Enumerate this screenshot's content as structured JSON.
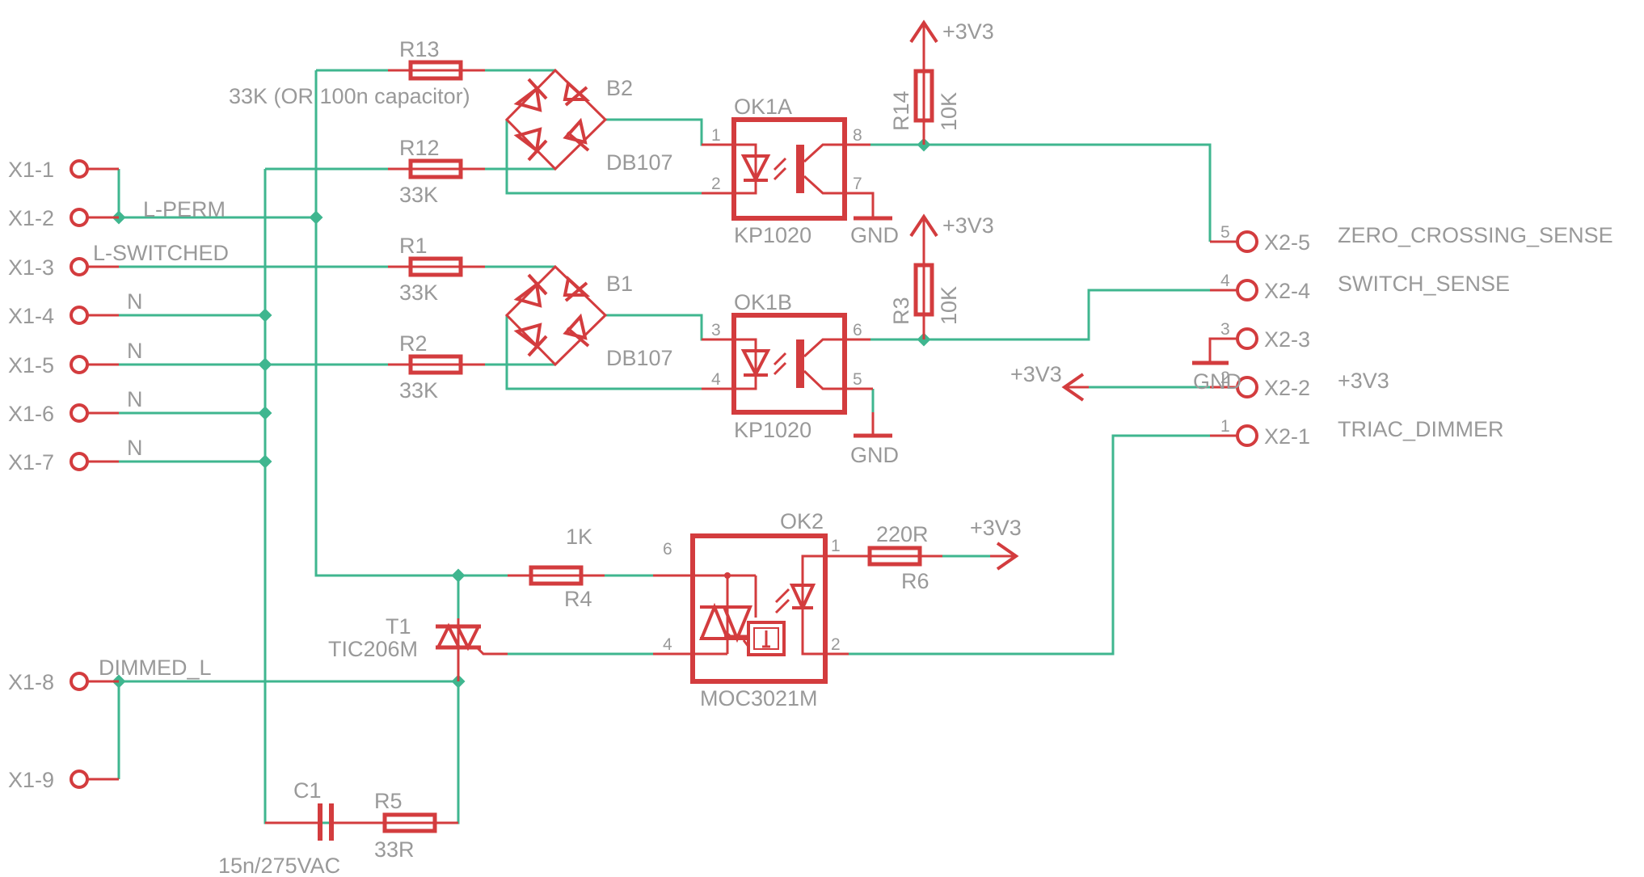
{
  "colors": {
    "wire": "#3fb68f",
    "part": "#d33c3e",
    "text": "#999999",
    "background": "#ffffff"
  },
  "connector_x1": {
    "pins": [
      {
        "name": "X1-1"
      },
      {
        "name": "X1-2"
      },
      {
        "name": "X1-3"
      },
      {
        "name": "X1-4"
      },
      {
        "name": "X1-5"
      },
      {
        "name": "X1-6"
      },
      {
        "name": "X1-7"
      },
      {
        "name": "X1-8"
      },
      {
        "name": "X1-9"
      }
    ],
    "net_labels": {
      "l_perm": "L-PERM",
      "l_switched": "L-SWITCHED",
      "n4": "N",
      "n5": "N",
      "n6": "N",
      "n7": "N",
      "dimmed_l": "DIMMED_L"
    }
  },
  "resistors": {
    "r13": {
      "name": "R13",
      "value": "33K (OR 100n capacitor)"
    },
    "r12": {
      "name": "R12",
      "value": "33K"
    },
    "r1": {
      "name": "R1",
      "value": "33K"
    },
    "r2": {
      "name": "R2",
      "value": "33K"
    },
    "r14": {
      "name": "R14",
      "value": "10K"
    },
    "r3": {
      "name": "R3",
      "value": "10K"
    },
    "r4": {
      "name": "R4",
      "value": "1K"
    },
    "r6": {
      "name": "R6",
      "value": "220R"
    },
    "r5": {
      "name": "R5",
      "value": "33R"
    }
  },
  "bridges": {
    "b2": {
      "name": "B2",
      "value": "DB107"
    },
    "b1": {
      "name": "B1",
      "value": "DB107"
    }
  },
  "optocouplers": {
    "ok1a": {
      "name": "OK1A",
      "value": "KP1020",
      "pins": [
        "1",
        "2",
        "8",
        "7"
      ]
    },
    "ok1b": {
      "name": "OK1B",
      "value": "KP1020",
      "pins": [
        "3",
        "4",
        "6",
        "5"
      ]
    },
    "ok2": {
      "name": "OK2",
      "value": "MOC3021M",
      "pins": [
        "6",
        "4",
        "1",
        "2"
      ]
    }
  },
  "triac": {
    "name": "T1",
    "value": "TIC206M"
  },
  "capacitor": {
    "name": "C1",
    "value": "15n/275VAC"
  },
  "supplies": {
    "vcc_r14": "+3V3",
    "vcc_r3": "+3V3",
    "vcc_r6": "+3V3",
    "vcc_x2": "+3V3",
    "gnd_ok1a": "GND",
    "gnd_ok1b": "GND",
    "gnd_x2": "GND"
  },
  "connector_x2": {
    "pins": [
      {
        "name": "X2-5",
        "num": "5",
        "signal": "ZERO_CROSSING_SENSE"
      },
      {
        "name": "X2-4",
        "num": "4",
        "signal": "SWITCH_SENSE"
      },
      {
        "name": "X2-3",
        "num": "3",
        "signal": ""
      },
      {
        "name": "X2-2",
        "num": "2",
        "signal": "+3V3"
      },
      {
        "name": "X2-1",
        "num": "1",
        "signal": "TRIAC_DIMMER"
      }
    ]
  }
}
